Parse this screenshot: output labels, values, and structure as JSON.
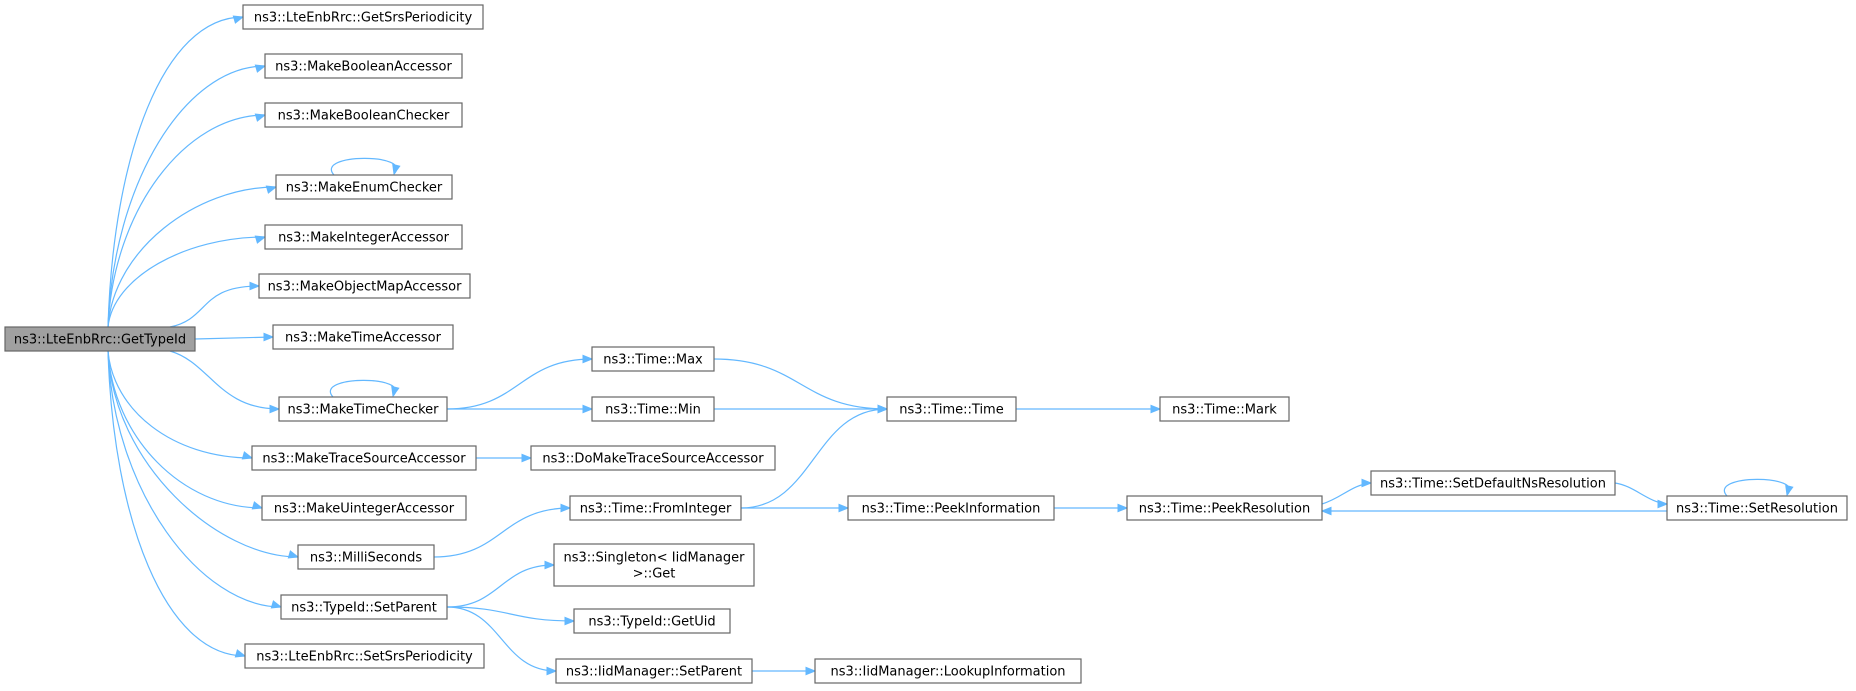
{
  "colors": {
    "edge": "#63b8ff",
    "node_border": "#666666",
    "root_fill": "#a0a0a0",
    "background": "#ffffff"
  },
  "nodes": {
    "root": [
      "ns3::LteEnbRrc::GetTypeId"
    ],
    "getSrsPeriodicity": [
      "ns3::LteEnbRrc::GetSrsPeriodicity"
    ],
    "makeBooleanAccessor": [
      "ns3::MakeBooleanAccessor"
    ],
    "makeBooleanChecker": [
      "ns3::MakeBooleanChecker"
    ],
    "makeEnumChecker": [
      "ns3::MakeEnumChecker"
    ],
    "makeIntegerAccessor": [
      "ns3::MakeIntegerAccessor"
    ],
    "makeObjectMapAccessor": [
      "ns3::MakeObjectMapAccessor"
    ],
    "makeTimeAccessor": [
      "ns3::MakeTimeAccessor"
    ],
    "makeTimeChecker": [
      "ns3::MakeTimeChecker"
    ],
    "makeTraceSourceAccessor": [
      "ns3::MakeTraceSourceAccessor"
    ],
    "makeUintegerAccessor": [
      "ns3::MakeUintegerAccessor"
    ],
    "milliSeconds": [
      "ns3::MilliSeconds"
    ],
    "setParent": [
      "ns3::TypeId::SetParent"
    ],
    "setSrsPeriodicity": [
      "ns3::LteEnbRrc::SetSrsPeriodicity"
    ],
    "timeMax": [
      "ns3::Time::Max"
    ],
    "timeMin": [
      "ns3::Time::Min"
    ],
    "doMakeTraceSourceAccessor": [
      "ns3::DoMakeTraceSourceAccessor"
    ],
    "fromInteger": [
      "ns3::Time::FromInteger"
    ],
    "singletonGet": [
      "ns3::Singleton< IidManager",
      ">::Get"
    ],
    "getUid": [
      "ns3::TypeId::GetUid"
    ],
    "iidSetParent": [
      "ns3::IidManager::SetParent"
    ],
    "timeTime": [
      "ns3::Time::Time"
    ],
    "peekInformation": [
      "ns3::Time::PeekInformation"
    ],
    "lookupInformation": [
      "ns3::IidManager::LookupInformation"
    ],
    "timeMark": [
      "ns3::Time::Mark"
    ],
    "peekResolution": [
      "ns3::Time::PeekResolution"
    ],
    "setDefaultNsResolution": [
      "ns3::Time::SetDefaultNsResolution"
    ],
    "setResolution": [
      "ns3::Time::SetResolution"
    ]
  },
  "edges": [
    [
      "root",
      "getSrsPeriodicity"
    ],
    [
      "root",
      "makeBooleanAccessor"
    ],
    [
      "root",
      "makeBooleanChecker"
    ],
    [
      "root",
      "makeEnumChecker"
    ],
    [
      "root",
      "makeIntegerAccessor"
    ],
    [
      "root",
      "makeObjectMapAccessor"
    ],
    [
      "root",
      "makeTimeAccessor"
    ],
    [
      "root",
      "makeTimeChecker"
    ],
    [
      "root",
      "makeTraceSourceAccessor"
    ],
    [
      "root",
      "makeUintegerAccessor"
    ],
    [
      "root",
      "milliSeconds"
    ],
    [
      "root",
      "setParent"
    ],
    [
      "root",
      "setSrsPeriodicity"
    ],
    [
      "makeEnumChecker",
      "makeEnumChecker"
    ],
    [
      "makeTimeChecker",
      "makeTimeChecker"
    ],
    [
      "makeTimeChecker",
      "timeMax"
    ],
    [
      "makeTimeChecker",
      "timeMin"
    ],
    [
      "makeTraceSourceAccessor",
      "doMakeTraceSourceAccessor"
    ],
    [
      "milliSeconds",
      "fromInteger"
    ],
    [
      "setParent",
      "singletonGet"
    ],
    [
      "setParent",
      "getUid"
    ],
    [
      "setParent",
      "iidSetParent"
    ],
    [
      "timeMax",
      "timeTime"
    ],
    [
      "timeMin",
      "timeTime"
    ],
    [
      "fromInteger",
      "timeTime"
    ],
    [
      "fromInteger",
      "peekInformation"
    ],
    [
      "iidSetParent",
      "lookupInformation"
    ],
    [
      "timeTime",
      "timeMark"
    ],
    [
      "peekInformation",
      "peekResolution"
    ],
    [
      "peekResolution",
      "setDefaultNsResolution"
    ],
    [
      "setDefaultNsResolution",
      "setResolution"
    ],
    [
      "setResolution",
      "peekResolution"
    ],
    [
      "setResolution",
      "setResolution"
    ]
  ]
}
